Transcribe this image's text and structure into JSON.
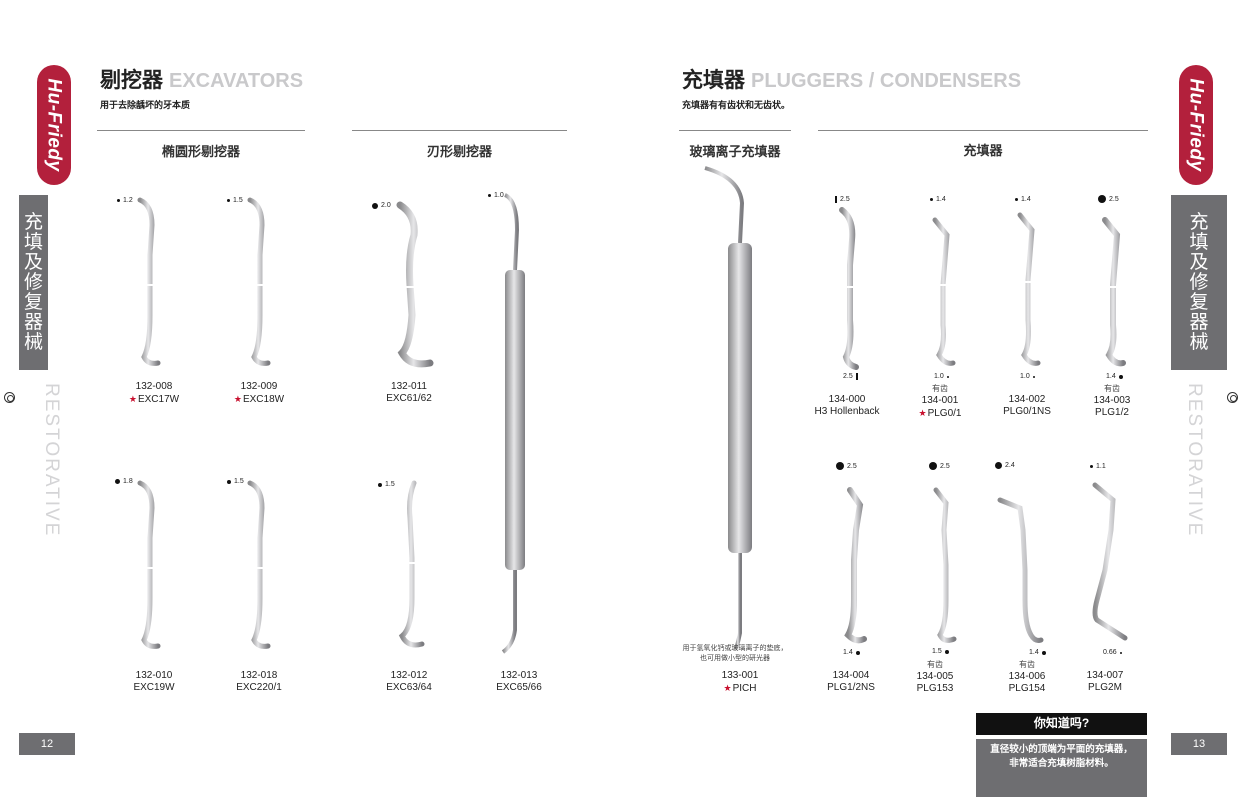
{
  "brand": "Hu-Friedy",
  "sidebar": {
    "cn": "充填及修复器械",
    "en": "RESTORATIVE"
  },
  "pages": {
    "left": "12",
    "right": "13"
  },
  "excavators": {
    "title_cn": "剔挖器",
    "title_en": "EXCAVATORS",
    "subtitle": "用于去除龋坏的牙本质",
    "groups": [
      "椭圆形剔挖器",
      "刃形剔挖器"
    ],
    "items": [
      {
        "code": "132-008",
        "name": "EXC17W",
        "star": true,
        "size": "1.2"
      },
      {
        "code": "132-009",
        "name": "EXC18W",
        "star": true,
        "size": "1.5"
      },
      {
        "code": "132-011",
        "name": "EXC61/62",
        "star": false,
        "size": "2.0"
      },
      {
        "code": "132-010",
        "name": "EXC19W",
        "star": false,
        "size": "1.8"
      },
      {
        "code": "132-018",
        "name": "EXC220/1",
        "star": false,
        "size": "1.5"
      },
      {
        "code": "132-012",
        "name": "EXC63/64",
        "star": false,
        "size": "1.5"
      },
      {
        "code": "132-013",
        "name": "EXC65/66",
        "star": false,
        "size": "1.0"
      }
    ]
  },
  "pluggers": {
    "title_cn": "充填器",
    "title_en": "PLUGGERS / CONDENSERS",
    "subtitle": "充填器有有齿状和无齿状。",
    "groups": [
      "玻璃离子充填器",
      "充填器"
    ],
    "glass": {
      "code": "133-001",
      "name": "PICH",
      "star": true,
      "note1": "用于氢氧化钙或玻璃离子的垫底，",
      "note2": "也可用做小型的研光器"
    },
    "items": [
      {
        "code": "134-000",
        "name": "H3 Hollenback",
        "star": false,
        "top": "2.5",
        "bottom": "2.5",
        "serrated": ""
      },
      {
        "code": "134-001",
        "name": "PLG0/1",
        "star": true,
        "top": "1.4",
        "bottom": "1.0",
        "serrated": "有齿"
      },
      {
        "code": "134-002",
        "name": "PLG0/1NS",
        "star": false,
        "top": "1.4",
        "bottom": "1.0",
        "serrated": ""
      },
      {
        "code": "134-003",
        "name": "PLG1/2",
        "star": false,
        "top": "2.5",
        "bottom": "1.4",
        "serrated": "有齿"
      },
      {
        "code": "134-004",
        "name": "PLG1/2NS",
        "star": false,
        "top": "2.5",
        "bottom": "1.4",
        "serrated": ""
      },
      {
        "code": "134-005",
        "name": "PLG153",
        "star": false,
        "top": "2.5",
        "bottom": "1.5",
        "serrated": "有齿"
      },
      {
        "code": "134-006",
        "name": "PLG154",
        "star": false,
        "top": "2.4",
        "bottom": "1.4",
        "serrated": "有齿"
      },
      {
        "code": "134-007",
        "name": "PLG2M",
        "star": false,
        "top": "1.1",
        "bottom": "0.66",
        "serrated": ""
      }
    ]
  },
  "did_you_know": {
    "title": "你知道吗?",
    "line1": "直径较小的顶端为平面的充填器，",
    "line2": "非常适合充填树脂材料。"
  }
}
